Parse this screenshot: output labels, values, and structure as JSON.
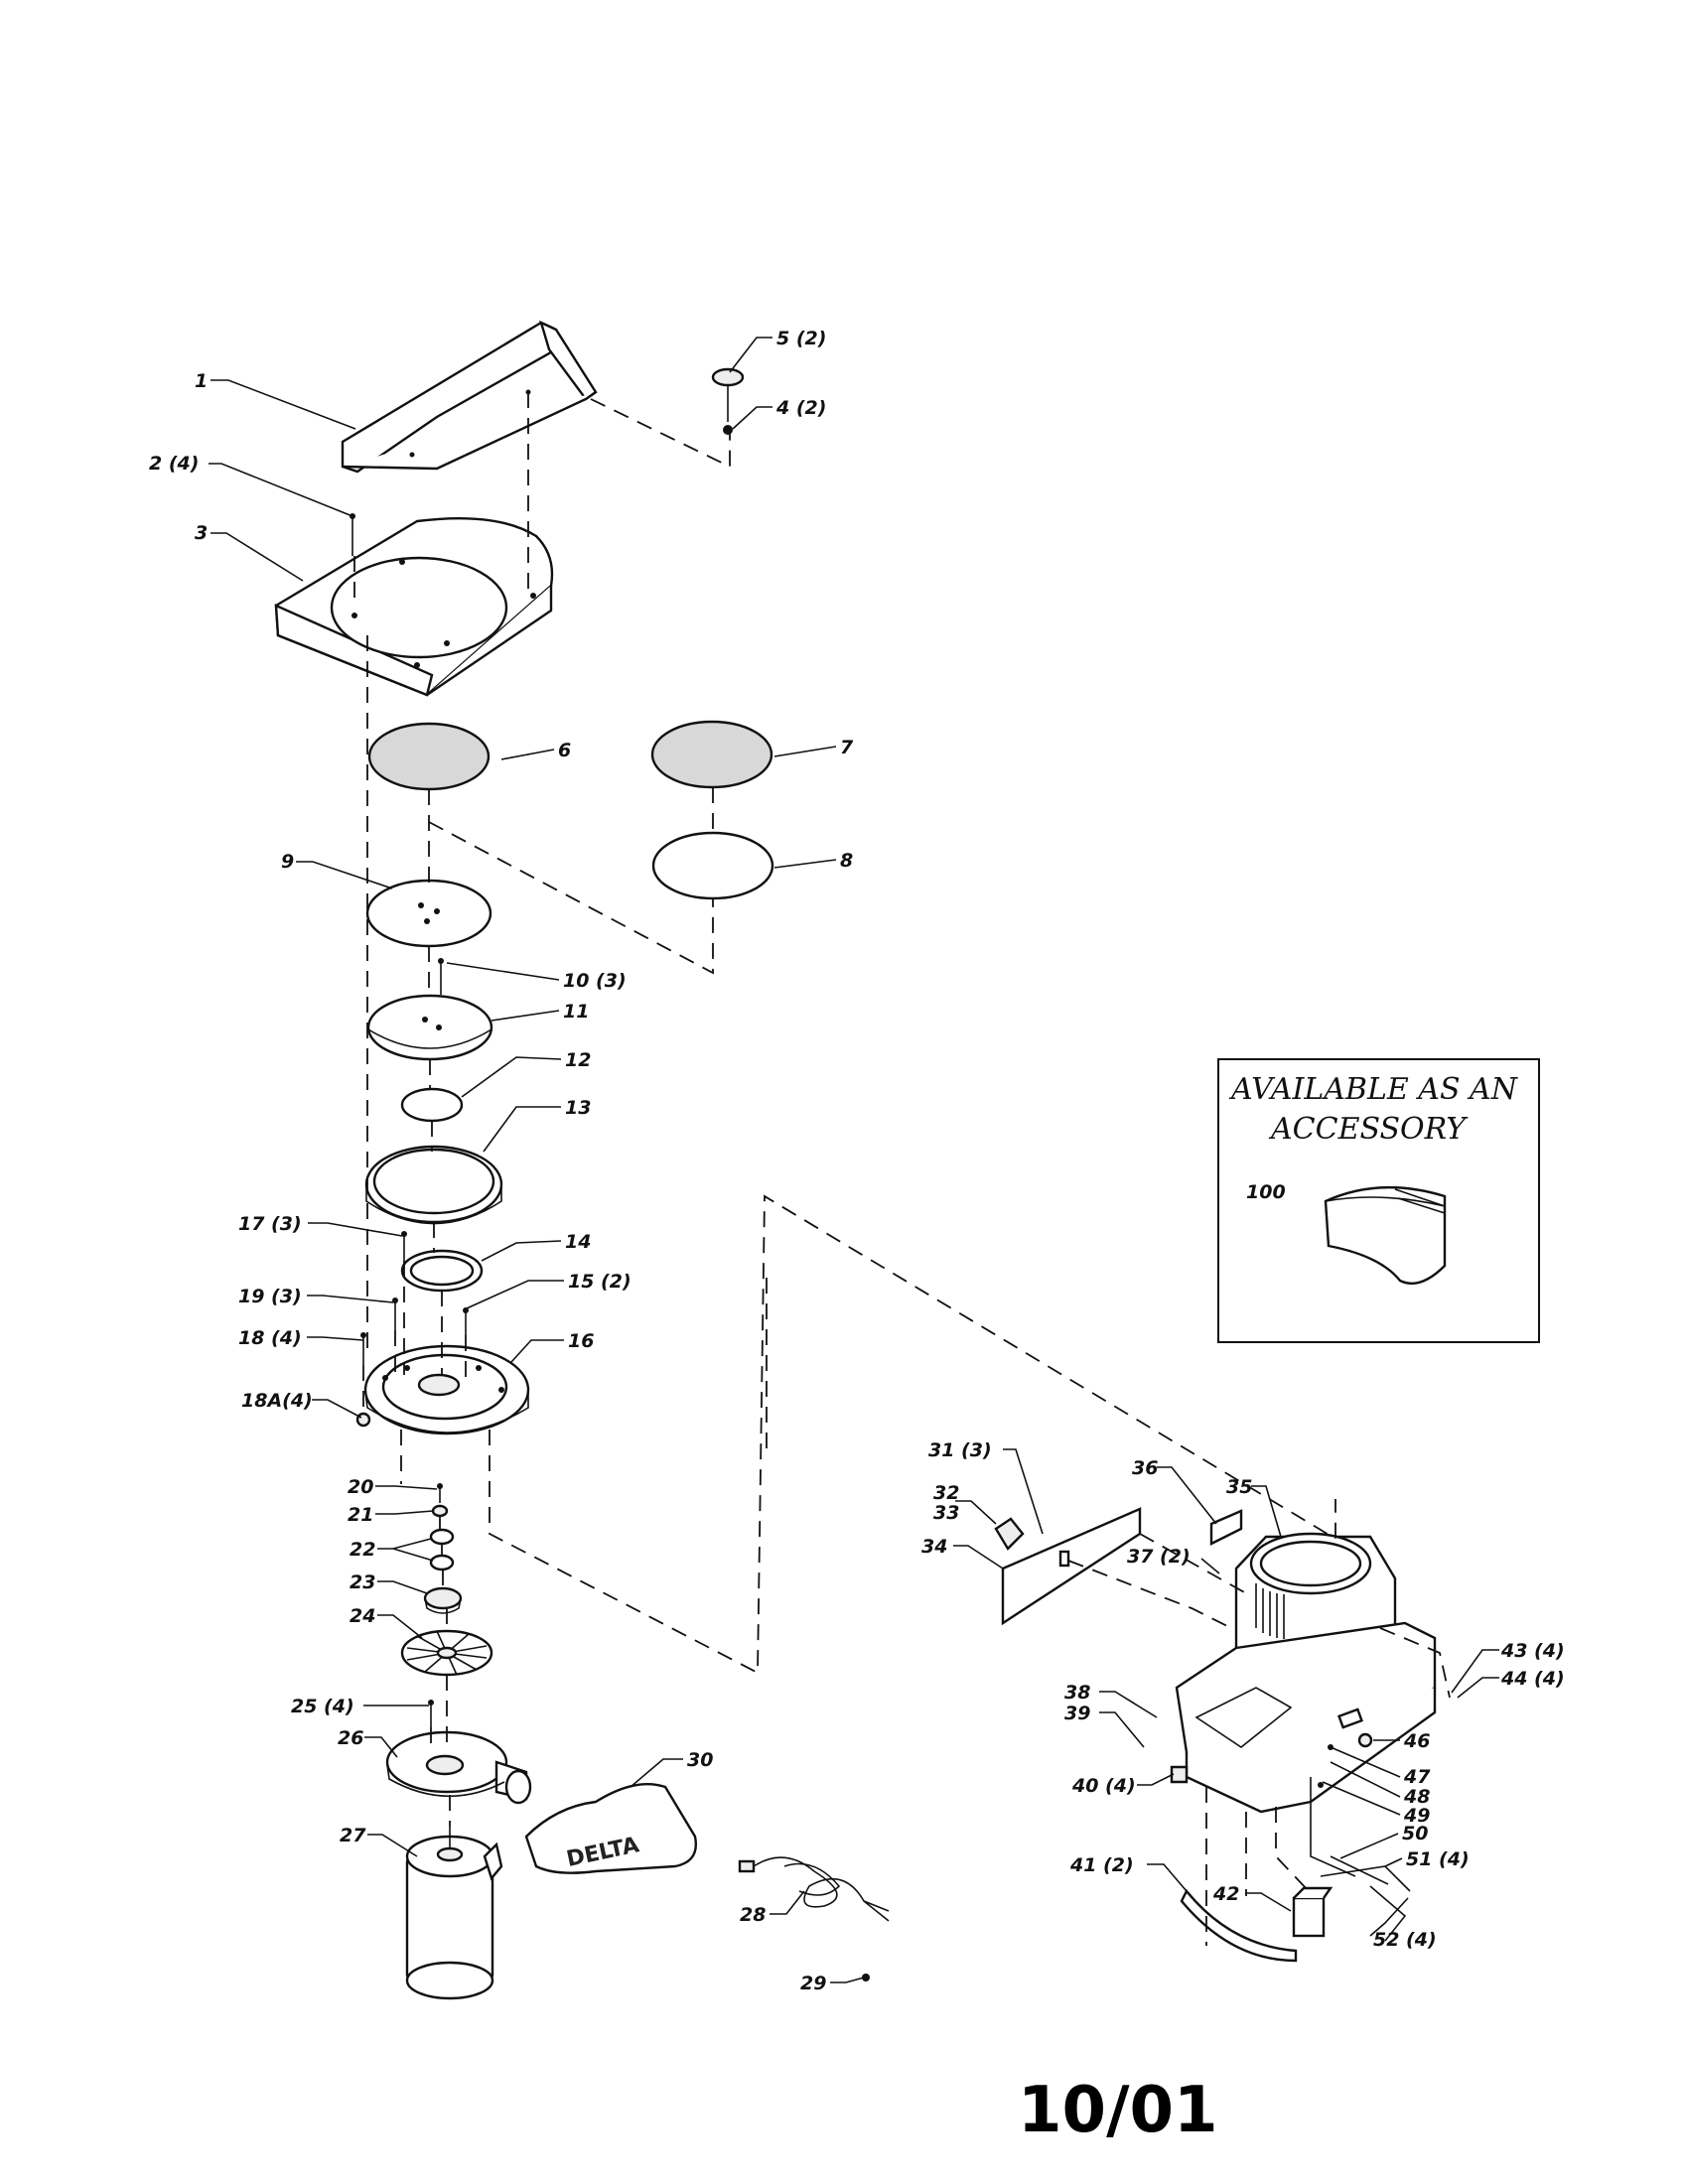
{
  "diagram": {
    "footer_date": "10/01",
    "brand_mark": "DELTA",
    "accessory_box": {
      "line1": "AVAILABLE AS AN",
      "line2": "ACCESSORY",
      "part": "100"
    },
    "callouts": {
      "p1": "1",
      "p2": "2 (4)",
      "p3": "3",
      "p4": "4 (2)",
      "p5": "5 (2)",
      "p6": "6",
      "p7": "7",
      "p8": "8",
      "p9": "9",
      "p10": "10 (3)",
      "p11": "11",
      "p12": "12",
      "p13": "13",
      "p14": "14",
      "p15": "15 (2)",
      "p16": "16",
      "p17": "17 (3)",
      "p18": "18 (4)",
      "p18a": "18A(4)",
      "p19": "19 (3)",
      "p20": "20",
      "p21": "21",
      "p22": "22",
      "p23": "23",
      "p24": "24",
      "p25": "25 (4)",
      "p26": "26",
      "p27": "27",
      "p28": "28",
      "p29": "29",
      "p30": "30",
      "p31": "31 (3)",
      "p32": "32",
      "p33": "33",
      "p34": "34",
      "p35": "35",
      "p36": "36",
      "p37": "37 (2)",
      "p38": "38",
      "p39": "39",
      "p40": "40 (4)",
      "p41": "41 (2)",
      "p42": "42",
      "p43": "43 (4)",
      "p44": "44 (4)",
      "p46": "46",
      "p47": "47",
      "p48": "48",
      "p49": "49",
      "p50": "50",
      "p51": "51 (4)",
      "p52": "52 (4)"
    }
  }
}
